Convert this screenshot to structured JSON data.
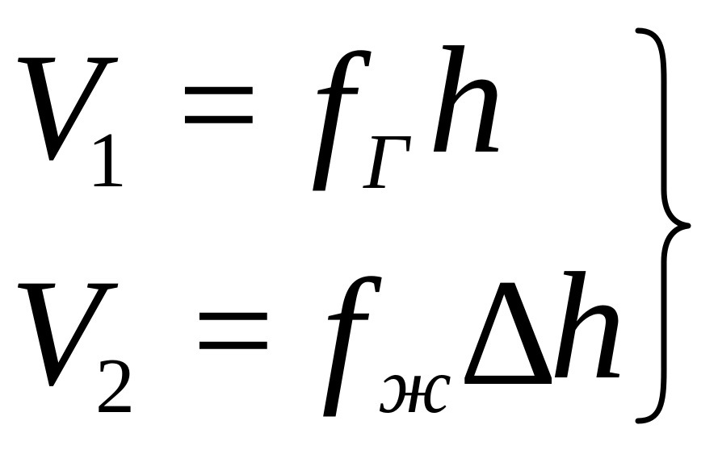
{
  "equations": [
    {
      "lhs": "V",
      "lhs_sub": "1",
      "eq": "=",
      "rhs": "f",
      "rhs_sub": "Г",
      "delta": "",
      "tail": "h"
    },
    {
      "lhs": "V",
      "lhs_sub": "2",
      "eq": "=",
      "rhs": "f",
      "rhs_sub": "ж",
      "delta": "Δ",
      "tail": "h"
    }
  ],
  "colors": {
    "ink": "#000000",
    "background": "#ffffff"
  }
}
